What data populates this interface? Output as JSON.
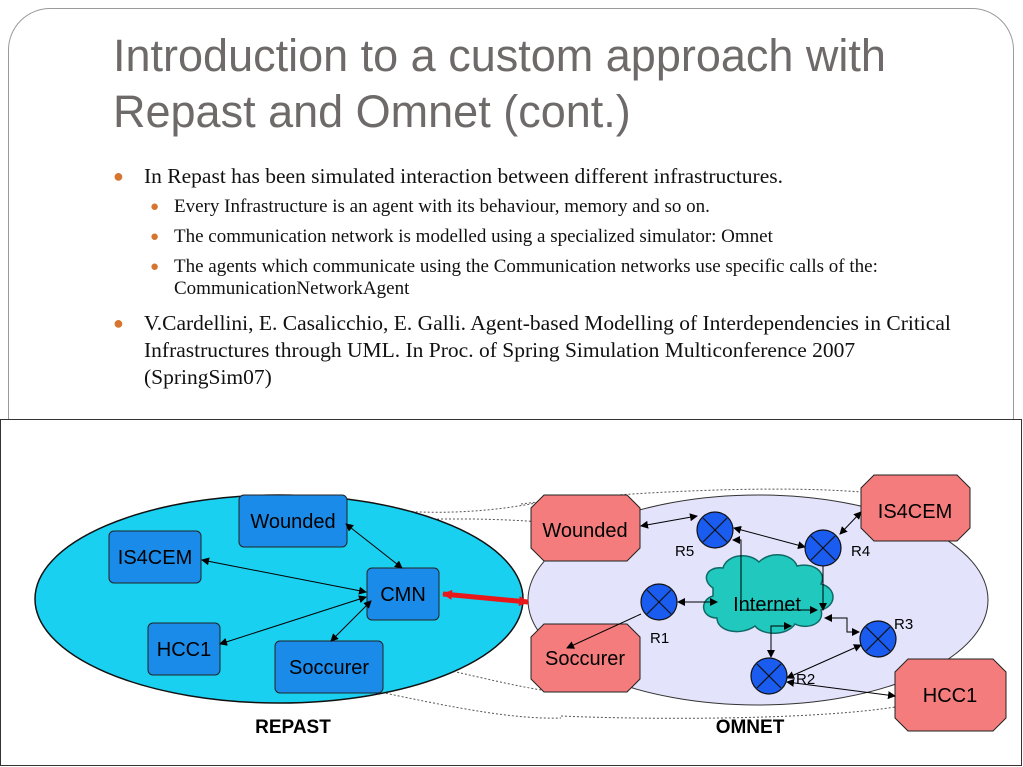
{
  "title": "Introduction to a custom approach with Repast and Omnet (cont.)",
  "bullets": {
    "b1": "In Repast has been simulated interaction between different infrastructures.",
    "b1a": "Every Infrastructure is an agent with its behaviour, memory and so on.",
    "b1b": "The communication network is modelled using a specialized simulator: Omnet",
    "b1c": "The agents which communicate using the Communication networks use specific calls of the: CommunicationNetworkAgent",
    "b2": "V.Cardellini, E. Casalicchio, E. Galli. Agent-based Modelling of Interdependencies in Critical Infrastructures through UML. In Proc. of Spring Simulation Multiconference 2007 (SpringSim07)"
  },
  "diagram": {
    "repast": {
      "label": "REPAST",
      "nodes": {
        "wounded": "Wounded",
        "is4cem": "IS4CEM",
        "cmn": "CMN",
        "hcc1": "HCC1",
        "soccurer": "Soccurer"
      }
    },
    "omnet": {
      "label": "OMNET",
      "nodes": {
        "wounded": "Wounded",
        "is4cem": "IS4CEM",
        "soccurer": "Soccurer",
        "hcc1": "HCC1",
        "internet": "Internet"
      },
      "routers": {
        "r1": "R1",
        "r2": "R2",
        "r3": "R3",
        "r4": "R4",
        "r5": "R5"
      }
    },
    "colors": {
      "repast_ellipse": "#1ad0f0",
      "repast_node": "#1a8be8",
      "omnet_ellipse": "#e3e3fb",
      "omnet_node": "#f47c7c",
      "router": "#1a5cf0",
      "internet_cloud": "#21c8be",
      "link_arrow": "#e8181a"
    }
  }
}
